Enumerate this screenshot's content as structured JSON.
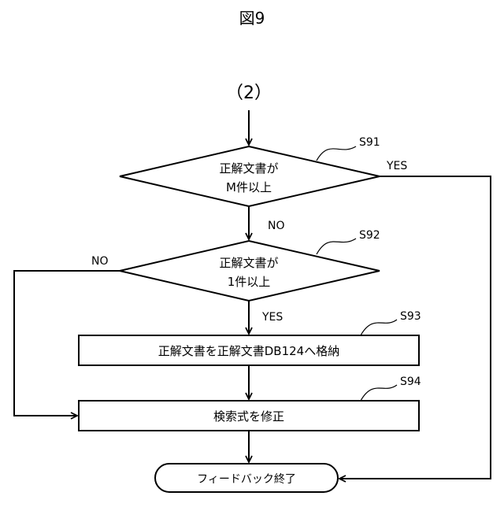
{
  "figure_title": "図9",
  "entry_connector": "（2）",
  "steps": {
    "s91": {
      "id": "S91",
      "line1": "正解文書が",
      "line2": "M件以上",
      "yes": "YES",
      "no": "NO"
    },
    "s92": {
      "id": "S92",
      "line1": "正解文書が",
      "line2": "1件以上",
      "yes": "YES",
      "no": "NO"
    },
    "s93": {
      "id": "S93",
      "label": "正解文書を正解文書DB124へ格納"
    },
    "s94": {
      "id": "S94",
      "label": "検索式を修正"
    },
    "end": {
      "label": "フィードバック終了"
    }
  }
}
